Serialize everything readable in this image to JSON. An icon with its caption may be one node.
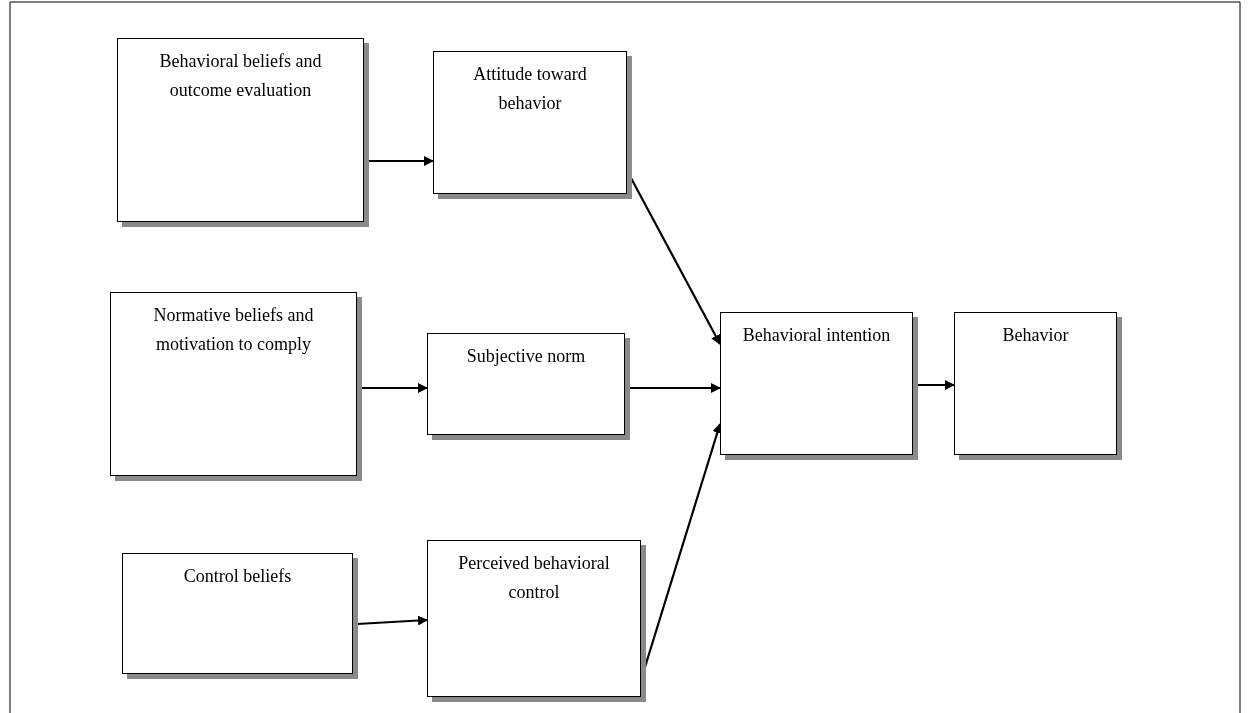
{
  "diagram": {
    "nodes": [
      {
        "text": [
          "Behavioral beliefs and outcome evaluation"
        ]
      },
      {
        "text": [
          "Attitude toward behavior"
        ]
      },
      {
        "text": [
          "Normative beliefs and motivation to comply"
        ]
      },
      {
        "text": [
          "Subjective norm"
        ]
      },
      {
        "text": [
          "Behavioral intention"
        ]
      },
      {
        "text": [
          "Behavior"
        ]
      },
      {
        "text": [
          "Control beliefs"
        ]
      },
      {
        "text": [
          "Perceived behavioral control"
        ]
      }
    ],
    "edges": [
      {
        "from": 0,
        "to": 1,
        "arrow": "to"
      },
      {
        "from": 1,
        "to": 4,
        "arrow": "to"
      },
      {
        "from": 2,
        "to": 3,
        "arrow": "to"
      },
      {
        "from": 3,
        "to": 4,
        "arrow": "to"
      },
      {
        "from": 4,
        "to": 5,
        "arrow": "to"
      },
      {
        "from": 6,
        "to": 7,
        "arrow": "to"
      },
      {
        "from": 7,
        "to": 4,
        "arrow": "to"
      }
    ]
  }
}
